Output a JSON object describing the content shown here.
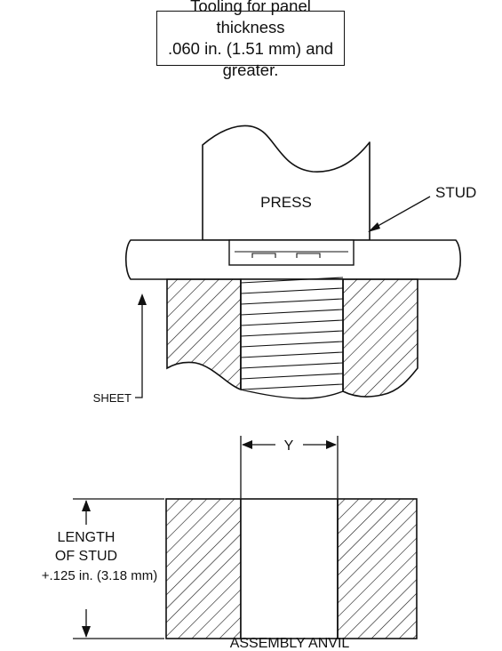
{
  "note": {
    "line1": "Tooling for panel thickness",
    "line2": ".060 in. (1.51 mm) and greater."
  },
  "labels": {
    "press": "PRESS",
    "stud": "STUD",
    "sheet": "SHEET",
    "y_dim": "Y",
    "length_line1": "LENGTH",
    "length_line2": "OF STUD",
    "length_line3": "+.125 in. (3.18 mm)",
    "anvil": "ASSEMBLY ANVIL"
  }
}
